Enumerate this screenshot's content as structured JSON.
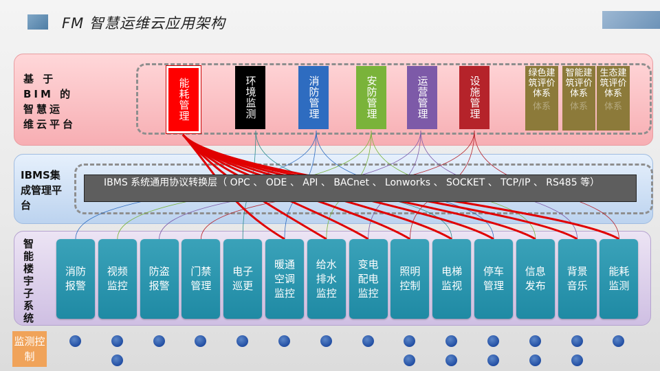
{
  "header": {
    "title": "FM 智慧运维云应用架构"
  },
  "layers": {
    "bim": {
      "label": "基 于 BIM 的智慧运 维云平台"
    },
    "ibms": {
      "label": "IBMS集成管理平台"
    },
    "subsystem": {
      "label": "智能楼宇子系统"
    },
    "monitor": {
      "label": "监测控制"
    }
  },
  "bim_modules": [
    {
      "label": "能耗管理",
      "color": "#ff0000"
    },
    {
      "label": "环境监测",
      "color": "#000000"
    },
    {
      "label": "消防管理",
      "color": "#2e6cc0"
    },
    {
      "label": "安防管理",
      "color": "#7ab33a"
    },
    {
      "label": "运营管理",
      "color": "#7d5aa8"
    },
    {
      "label": "设施管理",
      "color": "#b5232a"
    }
  ],
  "green_modules": [
    {
      "label": "绿色建筑评价体系",
      "color": "#8c7a3a",
      "faint": "体系"
    },
    {
      "label": "智能建筑评价体系",
      "color": "#8c7a3a",
      "faint": "体系"
    },
    {
      "label": "生态建筑评价体系",
      "color": "#8c7a3a",
      "faint": "体系"
    }
  ],
  "ibms_text": "IBMS 系统通用协议转换层（ OPC 、 ODE 、 API 、  BACnet 、 Lonworks 、 SOCKET 、 TCP/IP 、 RS485 等）",
  "subsystems": [
    "消防报警",
    "视频监控",
    "防盗报警",
    "门禁管理",
    "电子巡更",
    "暖通空调监控",
    "给水排水监控",
    "变电配电监控",
    "照明控制",
    "电梯监视",
    "停车管理",
    "信息发布",
    "背景音乐",
    "能耗监测"
  ],
  "colors": {
    "red_links": "#e00000",
    "blue_links": "#3a6fb0",
    "dot": "#1e4aa0"
  }
}
